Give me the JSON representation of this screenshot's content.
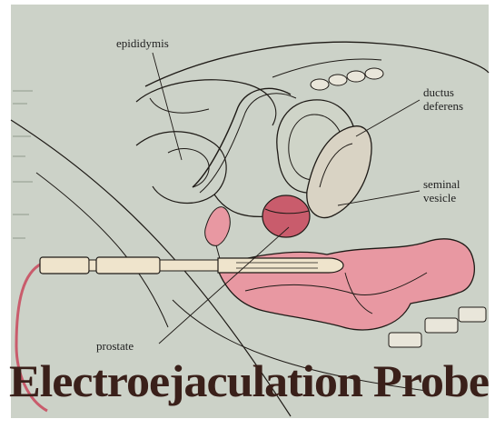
{
  "diagram": {
    "title": "Electroejaculation Probe",
    "labels": {
      "epididymis": "epididymis",
      "ductus_deferens_line1": "ductus",
      "ductus_deferens_line2": "deferens",
      "seminal_vesicle_line1": "seminal",
      "seminal_vesicle_line2": "vesicle",
      "prostate": "prostate"
    },
    "colors": {
      "background": "#ccd2c8",
      "tissue_pink": "#e898a2",
      "tissue_dark_pink": "#c95c6c",
      "probe_fill": "#efe4cc",
      "ink": "#1e1a16",
      "title_ink": "#3a201a"
    }
  }
}
